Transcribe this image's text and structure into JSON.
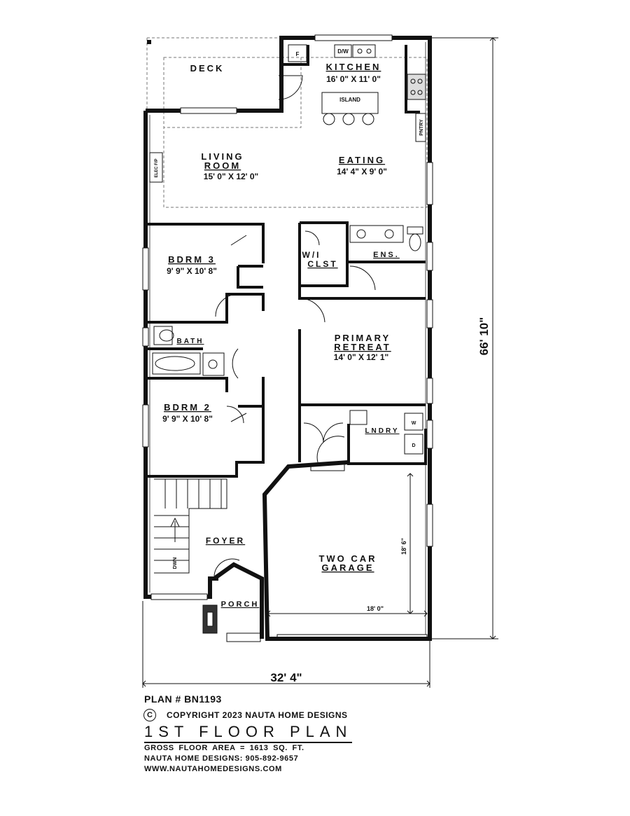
{
  "plan": {
    "rooms": {
      "deck": "DECK",
      "kitchen": "KITCHEN",
      "kitchen_size": "16' 0\" X 11' 0\"",
      "island": "ISLAND",
      "dw": "D/W",
      "fridge": "F",
      "pantry": "PNTRY",
      "living_1": "LIVING",
      "living_2": "ROOM",
      "living_size": "15' 0\" X 12' 0\"",
      "eating": "EATING",
      "eating_size": "14' 4\" X 9' 0\"",
      "fireplace": "ELEC F/P",
      "bdrm3": "BDRM 3",
      "bdrm3_size": "9' 9\" X 10' 8\"",
      "wi_1": "W/I",
      "wi_2": "CLST",
      "ens": "ENS.",
      "bath": "BATH",
      "primary_1": "PRIMARY",
      "primary_2": "RETREAT",
      "primary_size": "14' 0\" X 12' 1\"",
      "bdrm2": "BDRM 2",
      "bdrm2_size": "9' 9\" X 10' 8\"",
      "laundry": "LNDRY",
      "washer": "W",
      "dryer": "D",
      "stairs": "DWN",
      "foyer": "FOYER",
      "garage_1": "TWO CAR",
      "garage_2": "GARAGE",
      "porch": "PORCH"
    },
    "dimensions": {
      "overall_depth": "66' 10\"",
      "overall_width": "32' 4\"",
      "garage_depth": "18' 6\"",
      "garage_width": "18' 0\""
    }
  },
  "titleblock": {
    "plan_number": "PLAN # BN1193",
    "copyright_symbol": "C",
    "copyright": "COPYRIGHT 2023 NAUTA HOME DESIGNS",
    "title": "1ST FLOOR PLAN",
    "gross_area": "GROSS FLOOR AREA = 1613 SQ. FT.",
    "phone": "NAUTA HOME DESIGNS: 905-892-9657",
    "website": "WWW.NAUTAHOMEDESIGNS.COM"
  }
}
